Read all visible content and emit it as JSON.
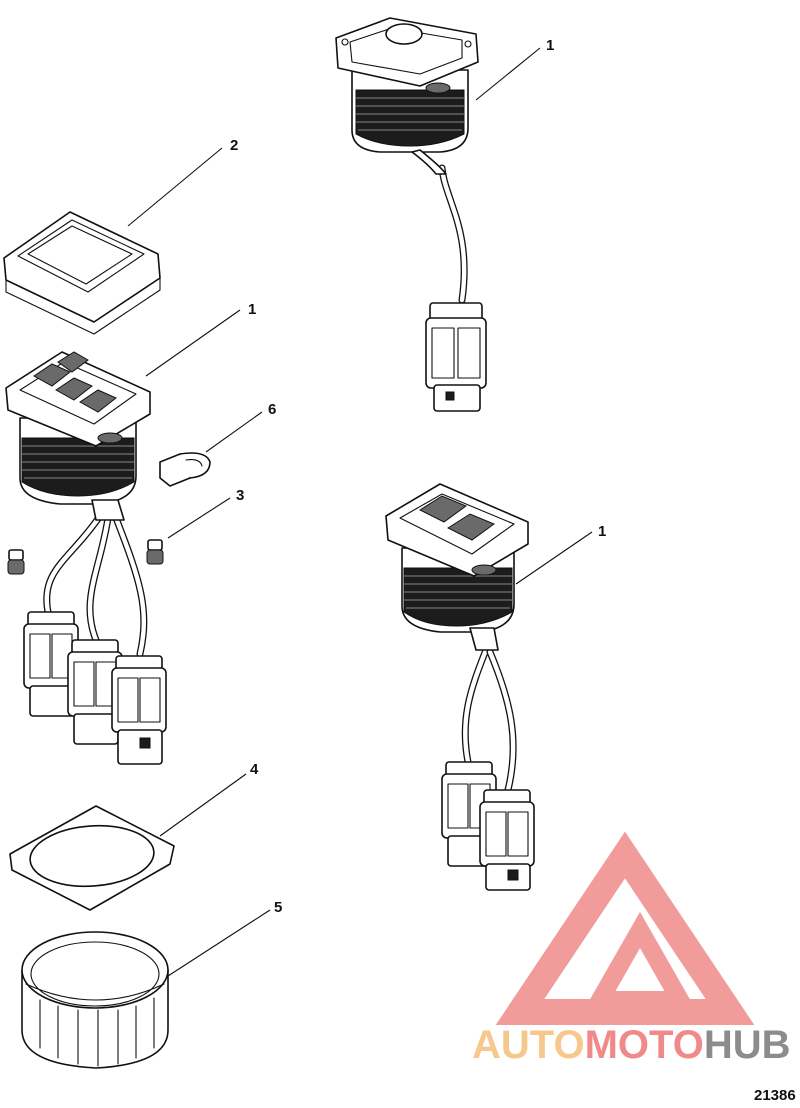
{
  "callouts": [
    {
      "id": "c1a",
      "label": "1"
    },
    {
      "id": "c2",
      "label": "2"
    },
    {
      "id": "c1b",
      "label": "1"
    },
    {
      "id": "c6",
      "label": "6"
    },
    {
      "id": "c3",
      "label": "3"
    },
    {
      "id": "c1c",
      "label": "1"
    },
    {
      "id": "c4",
      "label": "4"
    },
    {
      "id": "c5",
      "label": "5"
    }
  ],
  "watermark": {
    "part1": "AUTO",
    "part2": "MOTO",
    "part3": "HUB",
    "color_light": "#f7c88e",
    "color_mid": "#f08a8a",
    "color_dark": "#8c8c8c"
  },
  "figure_number": "21386"
}
